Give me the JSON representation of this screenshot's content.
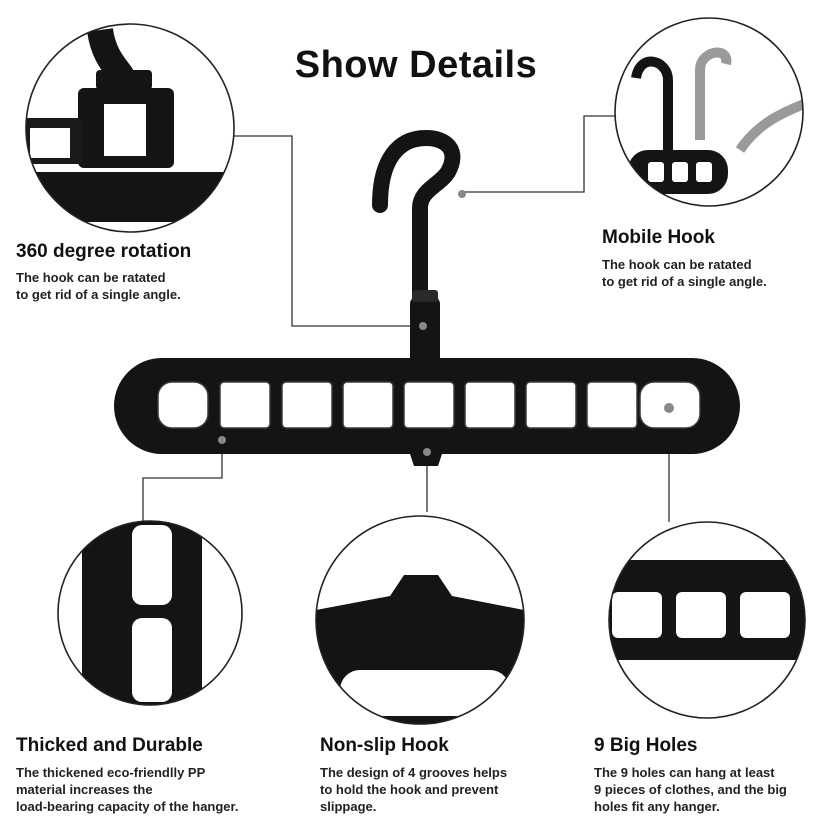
{
  "title": "Show Details",
  "features": {
    "rotation": {
      "heading": "360 degree rotation",
      "text": "The hook can be ratated\nto get rid of a single angle."
    },
    "mobile": {
      "heading": "Mobile Hook",
      "text": "The hook can be ratated\nto get rid of a single angle."
    },
    "durable": {
      "heading": "Thicked and Durable",
      "text": "The thickened eco-friendlly PP\nmaterial increases the\nload-bearing capacity of the hanger."
    },
    "nonslip": {
      "heading": "Non-slip Hook",
      "text": "The design of 4 grooves helps\nto hold the hook and prevent\nslippage."
    },
    "holes": {
      "heading": "9 Big Holes",
      "text": "The 9 holes can hang at least\n9 pieces of clothes, and the big\nholes fit any hanger."
    }
  },
  "colors": {
    "plastic": "#141414",
    "leader_line": "#333333",
    "circle_border": "#222222",
    "ghost_hook": "#9a9a9a"
  },
  "hole_count": 9
}
